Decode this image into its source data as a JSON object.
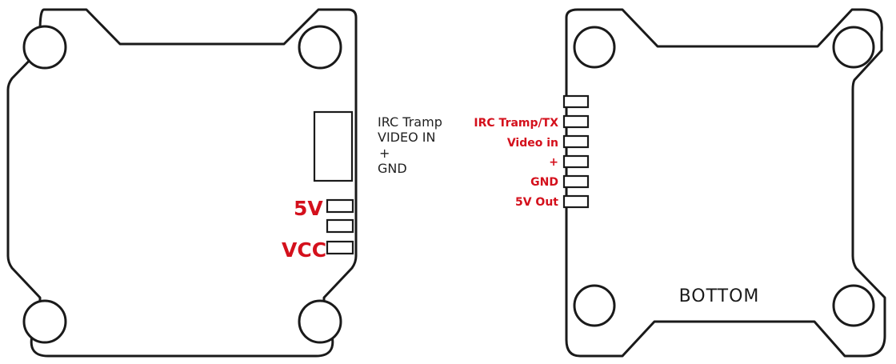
{
  "colors": {
    "outline": "#1a1a1a",
    "accent_red": "#d4101c"
  },
  "left_board": {
    "connector_label": {
      "line1": "IRC Tramp",
      "line2": "VIDEO IN",
      "line3": "+",
      "line4": "GND"
    },
    "label_5v": "5V",
    "label_vcc": "VCC"
  },
  "right_board": {
    "pin_labels": [
      "IRC Tramp/TX",
      "Video in",
      "+",
      "GND",
      "5V Out"
    ],
    "bottom_label": "BOTTOM"
  }
}
